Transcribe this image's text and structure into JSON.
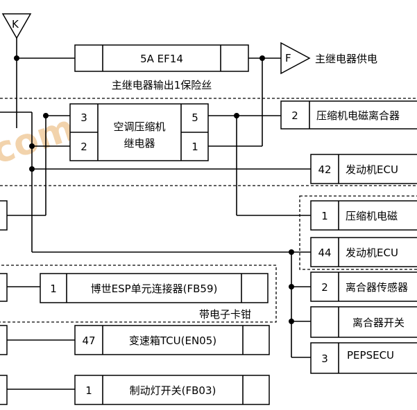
{
  "connectors": {
    "k": "K",
    "f": "F"
  },
  "fuse": {
    "name": "5A  EF14",
    "caption": "主继电器输出1保险丝"
  },
  "relay": {
    "name_line1": "空调压缩机",
    "name_line2": "继电器",
    "pin_top_left": "3",
    "pin_bottom_left": "2",
    "pin_top_right": "5",
    "pin_bottom_right": "1"
  },
  "labels": {
    "main_relay_supply": "主继电器供电",
    "clamp_note": "带电子卡钳",
    "watermark": "com"
  },
  "connector_boxes": [
    {
      "pin": "2",
      "text": "压缩机电磁离合器"
    },
    {
      "pin": "42",
      "text": "发动机ECU"
    },
    {
      "pin": "1",
      "text": "压缩机电磁"
    },
    {
      "pin": "44",
      "text": "发动机ECU"
    },
    {
      "pin": "2",
      "text": "离合器传感器"
    },
    {
      "pin": "",
      "text": "离合器开关"
    },
    {
      "pin": "3",
      "text": "PEPSECU"
    }
  ],
  "left_boxes": [
    {
      "pin": "1",
      "text": "博世ESP单元连接器(FB59)"
    },
    {
      "pin": "47",
      "text": "变速箱TCU(EN05)"
    },
    {
      "pin": "1",
      "text": "制动灯开关(FB03)"
    }
  ]
}
